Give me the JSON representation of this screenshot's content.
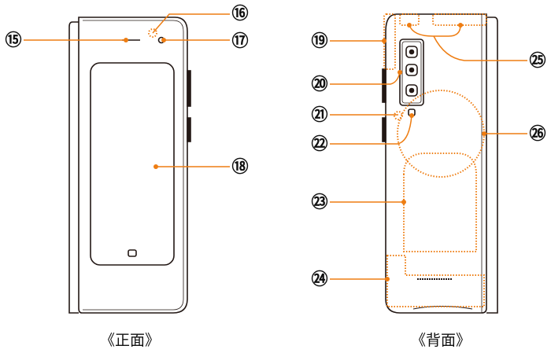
{
  "front": {
    "caption": "《正面》",
    "callouts": [
      {
        "id": "15",
        "label": "⑮"
      },
      {
        "id": "16",
        "label": "⑯"
      },
      {
        "id": "17",
        "label": "⑰"
      },
      {
        "id": "18",
        "label": "⑱"
      }
    ]
  },
  "back": {
    "caption": "《背面》",
    "callouts": [
      {
        "id": "19",
        "label": "⑲"
      },
      {
        "id": "20",
        "label": "⑳"
      },
      {
        "id": "21",
        "label": "㉑"
      },
      {
        "id": "22",
        "label": "㉒"
      },
      {
        "id": "23",
        "label": "㉓"
      },
      {
        "id": "24",
        "label": "㉔"
      },
      {
        "id": "25",
        "label": "㉕"
      },
      {
        "id": "26",
        "label": "㉖"
      }
    ]
  },
  "colors": {
    "accent": "#ee7d12",
    "outline": "#231815"
  }
}
